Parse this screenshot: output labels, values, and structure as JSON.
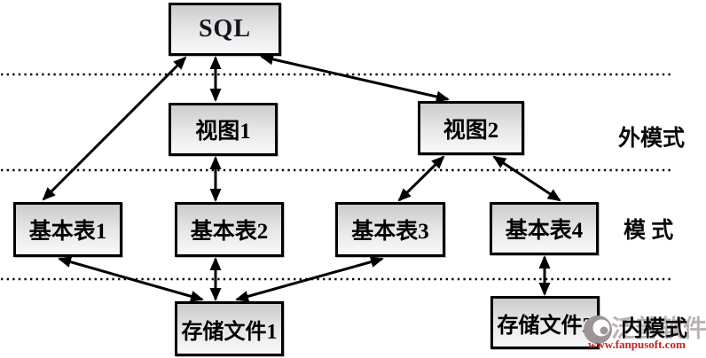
{
  "diagram": {
    "type": "database-three-schema-architecture",
    "nodes": [
      {
        "id": "sql",
        "label": "SQL",
        "level": "top"
      },
      {
        "id": "view1",
        "label": "视图1",
        "level": "external"
      },
      {
        "id": "view2",
        "label": "视图2",
        "level": "external"
      },
      {
        "id": "table1",
        "label": "基本表1",
        "level": "conceptual"
      },
      {
        "id": "table2",
        "label": "基本表2",
        "level": "conceptual"
      },
      {
        "id": "table3",
        "label": "基本表3",
        "level": "conceptual"
      },
      {
        "id": "table4",
        "label": "基本表4",
        "level": "conceptual"
      },
      {
        "id": "file1",
        "label": "存储文件1",
        "level": "internal"
      },
      {
        "id": "file2",
        "label": "存储文件2",
        "level": "internal"
      }
    ],
    "edges": [
      {
        "from": "SQL",
        "to": "基本表1",
        "bidirectional": true
      },
      {
        "from": "SQL",
        "to": "视图1",
        "bidirectional": true
      },
      {
        "from": "SQL",
        "to": "视图2",
        "bidirectional": true
      },
      {
        "from": "视图1",
        "to": "基本表2",
        "bidirectional": true
      },
      {
        "from": "视图2",
        "to": "基本表3",
        "bidirectional": true
      },
      {
        "from": "视图2",
        "to": "基本表4",
        "bidirectional": true
      },
      {
        "from": "基本表1",
        "to": "存储文件1",
        "bidirectional": true
      },
      {
        "from": "基本表2",
        "to": "存储文件1",
        "bidirectional": true
      },
      {
        "from": "基本表3",
        "to": "存储文件1",
        "bidirectional": true
      },
      {
        "from": "基本表4",
        "to": "存储文件2",
        "bidirectional": true
      }
    ],
    "layers": [
      {
        "label": "外模式"
      },
      {
        "label": "模 式"
      },
      {
        "label": "内模式"
      }
    ]
  },
  "watermark": {
    "logo": "fanpu-swirl-logo",
    "brand": "泛普软件",
    "url": "www.fanpusoft.com"
  },
  "colors": {
    "node_border": "#000000",
    "node_fill_top": "#cbcbcb",
    "node_fill_bottom": "#f9f9f9",
    "sql_text": "#14141f",
    "edge": "#000000",
    "watermark_gray": "#b3abab",
    "watermark_red": "#c52222"
  }
}
